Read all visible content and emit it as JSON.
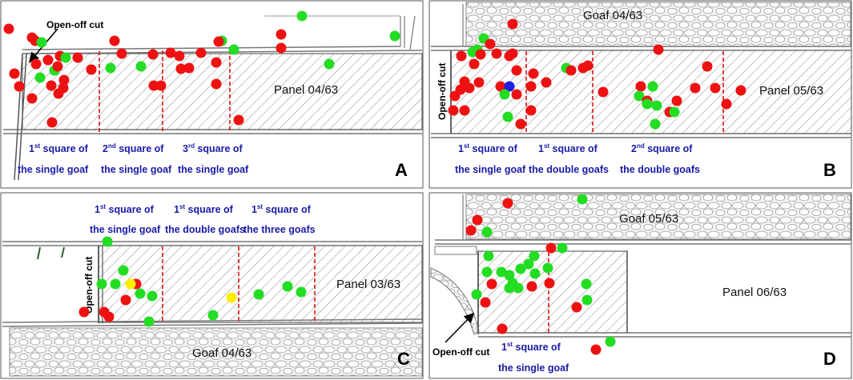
{
  "colors": {
    "red": "#ee1111",
    "green": "#22dd22",
    "blue": "#1f1fdd",
    "yellow": "#ffee00",
    "square_line": "#dd1111",
    "square_label": "#1a1aa6"
  },
  "panels": [
    {
      "letter": "A",
      "panel_label": "Panel 04/63",
      "goaf_label": "",
      "open_off_cut_label": "Open-off cut",
      "squares": [
        {
          "num": "1",
          "sup": "st",
          "rest": " square of",
          "line2": "the single goaf"
        },
        {
          "num": "2",
          "sup": "nd",
          "rest": " square of",
          "line2": "the single goaf"
        },
        {
          "num": "3",
          "sup": "rd",
          "rest": " square of",
          "line2": "the single goaf"
        }
      ]
    },
    {
      "letter": "B",
      "panel_label": "Panel 05/63",
      "goaf_label": "Goaf 04/63",
      "open_off_cut_label": "Open-off cut",
      "squares": [
        {
          "num": "1",
          "sup": "st",
          "rest": " square of",
          "line2": "the single goaf"
        },
        {
          "num": "1",
          "sup": "st",
          "rest": " square of",
          "line2": "the double goafs"
        },
        {
          "num": "2",
          "sup": "nd",
          "rest": " square of",
          "line2": "the double goafs"
        }
      ]
    },
    {
      "letter": "C",
      "panel_label": "Panel 03/63",
      "goaf_label": "Goaf 04/63",
      "open_off_cut_label": "Open-off cut",
      "squares": [
        {
          "num": "1",
          "sup": "st",
          "rest": " square of",
          "line2": "the single goaf"
        },
        {
          "num": "1",
          "sup": "st",
          "rest": " square of",
          "line2": "the double goafs"
        },
        {
          "num": "1",
          "sup": "st",
          "rest": " square of",
          "line2": "the three goafs"
        }
      ]
    },
    {
      "letter": "D",
      "panel_label": "Panel 06/63",
      "goaf_label": "Goaf 05/63",
      "open_off_cut_label": "Open-off cut",
      "squares": [
        {
          "num": "1",
          "sup": "st",
          "rest": " square of",
          "line2": "the single goaf"
        }
      ]
    }
  ]
}
